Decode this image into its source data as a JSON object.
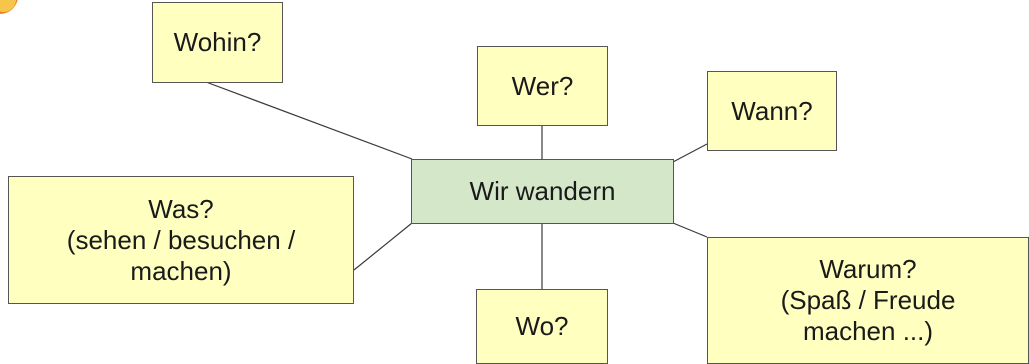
{
  "mindmap": {
    "center": "Wir wandern",
    "nodes": {
      "wohin": [
        "Wohin?"
      ],
      "wer": [
        "Wer?"
      ],
      "wann": [
        "Wann?"
      ],
      "was": [
        "Was?",
        "(sehen / besuchen /",
        "machen)"
      ],
      "wo": [
        "Wo?"
      ],
      "warum": [
        "Warum?",
        "(Spaß / Freude",
        "machen ...)"
      ]
    }
  },
  "colors": {
    "node_fill": "#ffffc0",
    "center_fill": "#d4e8c9",
    "border": "#555555"
  }
}
